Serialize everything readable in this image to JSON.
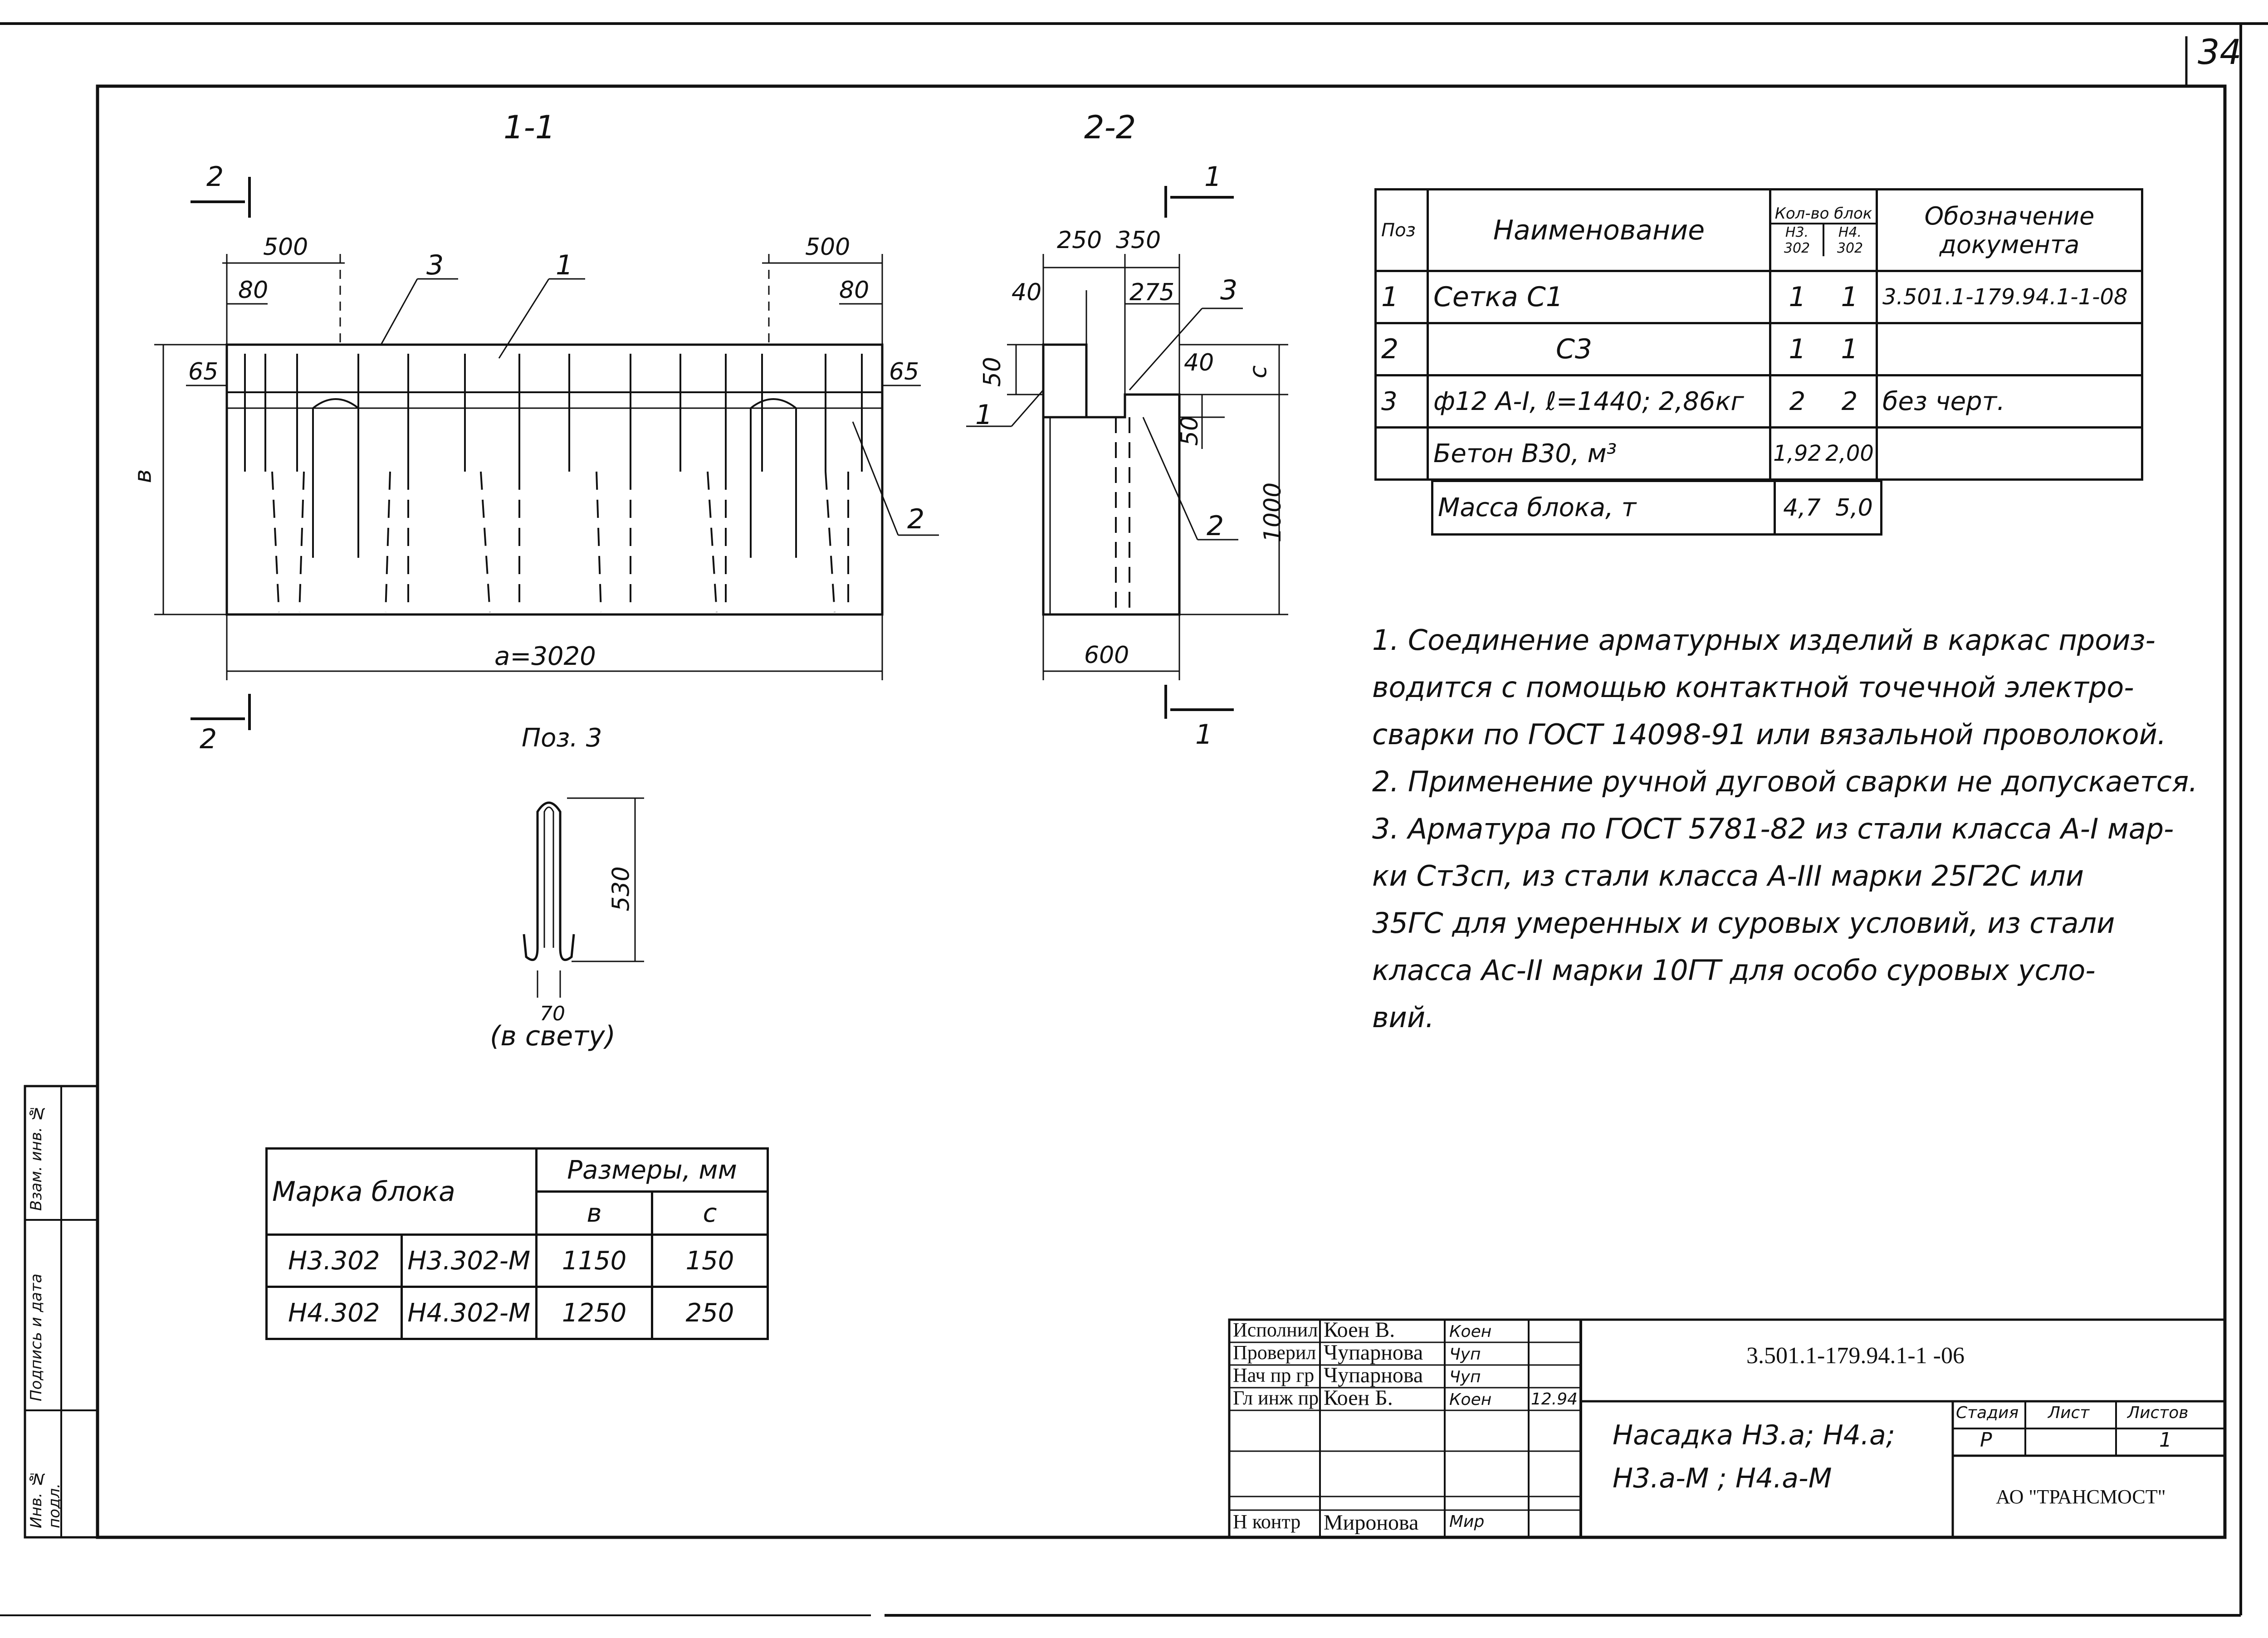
{
  "sheet": {
    "number": "34"
  },
  "section_1_1": {
    "title": "1-1",
    "cut_mark": "2",
    "dims": {
      "left_top": "500",
      "right_top": "500",
      "left_80": "80",
      "right_80": "80",
      "left_65": "65",
      "right_65": "65",
      "height": "в",
      "width": "a=3020"
    },
    "callouts": [
      "3",
      "1",
      "2"
    ]
  },
  "section_2_2": {
    "title": "2-2",
    "cut_mark": "1",
    "dims": {
      "d250": "250",
      "d350": "350",
      "d40a": "40",
      "d275": "275",
      "d40b": "40",
      "d50a": "50",
      "d50b": "50",
      "c": "с",
      "d1000": "1000",
      "d600": "600"
    },
    "callouts": [
      "3",
      "1",
      "2"
    ]
  },
  "pos3": {
    "title": "Поз. 3",
    "height": "530",
    "gap": "70",
    "gap_note": "(в свету)"
  },
  "spec_table": {
    "headers": {
      "pos": "Поз",
      "name": "Наименование",
      "qty": "Кол-во блок",
      "qty_h3": "Н3. 302",
      "qty_h4": "Н4. 302",
      "doc": "Обозначение документа"
    },
    "rows": [
      {
        "pos": "1",
        "name": "Сетка С1",
        "h3": "1",
        "h4": "1",
        "doc": "3.501.1-179.94.1-1-08"
      },
      {
        "pos": "2",
        "name": "С3",
        "h3": "1",
        "h4": "1",
        "doc": ""
      },
      {
        "pos": "3",
        "name": "ф12 А-I, ℓ=1440; 2,86кг",
        "h3": "2",
        "h4": "2",
        "doc": "без черт."
      },
      {
        "pos": "",
        "name": "Бетон В30, м³",
        "h3": "1,92",
        "h4": "2,00",
        "doc": ""
      }
    ],
    "mass_row": {
      "name": "Масса блока, т",
      "h3": "4,7",
      "h4": "5,0"
    }
  },
  "notes": [
    "1.  Соединение арматурных изделий в каркас произ-",
    "водится с помощью контактной точечной электро-",
    "сварки по ГОСТ 14098-91 или вязальной проволокой.",
    "2.  Применение ручной дуговой сварки не допускается.",
    "3.  Арматура по ГОСТ 5781-82 из стали класса А-I мар-",
    "ки Ст3сп, из стали класса А-III марки 25Г2С или",
    "35ГС для умеренных и суровых условий, из стали",
    "класса Ас-II марки 10ГТ для особо суровых усло-",
    "вий."
  ],
  "size_table": {
    "headers": {
      "mark": "Марка блока",
      "sizes": "Размеры, мм",
      "b": "в",
      "c": "с"
    },
    "rows": [
      {
        "m1": "Н3.302",
        "m2": "Н3.302-М",
        "b": "1150",
        "c": "150"
      },
      {
        "m1": "Н4.302",
        "m2": "Н4.302-М",
        "b": "1250",
        "c": "250"
      }
    ]
  },
  "title_block": {
    "roles": [
      {
        "role": "Исполнил",
        "name": "Коен В.",
        "sign": "Коен",
        "date": ""
      },
      {
        "role": "Проверил",
        "name": "Чупарнова",
        "sign": "Чуп",
        "date": ""
      },
      {
        "role": "Нач пр гр",
        "name": "Чупарнова",
        "sign": "Чуп",
        "date": ""
      },
      {
        "role": "Гл инж пр",
        "name": "Коен Б.",
        "sign": "Коен",
        "date": "12.94"
      },
      {
        "role": "",
        "name": "",
        "sign": "",
        "date": ""
      },
      {
        "role": "",
        "name": "",
        "sign": "",
        "date": ""
      },
      {
        "role": "Н контр",
        "name": "Миронова",
        "sign": "Мир",
        "date": ""
      }
    ],
    "doc_code": "3.501.1-179.94.1-1 -06",
    "title_line1": "Насадка Н3.а; Н4.а;",
    "title_line2": "Н3.а-М ; Н4.а-М",
    "stage_h": "Стадия",
    "sheet_h": "Лист",
    "sheets_h": "Листов",
    "stage": "Р",
    "sheet": "",
    "sheets": "1",
    "company": "АО \"ТРАНСМОСТ\""
  },
  "side_stamp": [
    "Инв. № подл.",
    "Подпись и дата",
    "Взам. инв. №"
  ]
}
